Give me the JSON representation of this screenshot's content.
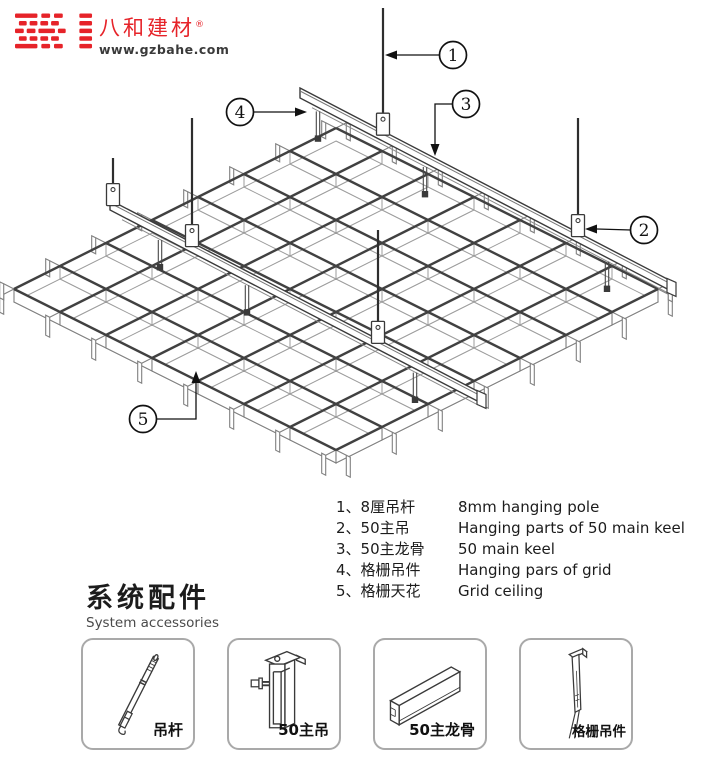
{
  "logo": {
    "brand": "八和建材",
    "registered": "®",
    "website": "www.gzbahe.com",
    "brand_color": "#e62329"
  },
  "diagram": {
    "callouts": [
      {
        "label": "1"
      },
      {
        "label": "2"
      },
      {
        "label": "3"
      },
      {
        "label": "4"
      },
      {
        "label": "5"
      }
    ]
  },
  "legend": {
    "items": [
      {
        "num": "1、",
        "cn": "8厘吊杆",
        "en": "8mm hanging pole"
      },
      {
        "num": "2、",
        "cn": "50主吊",
        "en": "Hanging parts of 50 main keel"
      },
      {
        "num": "3、",
        "cn": "50主龙骨",
        "en": "50 main keel"
      },
      {
        "num": "4、",
        "cn": "格栅吊件",
        "en": "Hanging pars of grid"
      },
      {
        "num": "5、",
        "cn": "格栅天花",
        "en": "Grid ceiling"
      }
    ]
  },
  "accessories": {
    "title_cn": "系统配件",
    "title_en": "System accessories",
    "items": [
      {
        "label": "吊杆"
      },
      {
        "label": "50主吊"
      },
      {
        "label": "50主龙骨"
      },
      {
        "label": "格栅吊件"
      }
    ]
  }
}
